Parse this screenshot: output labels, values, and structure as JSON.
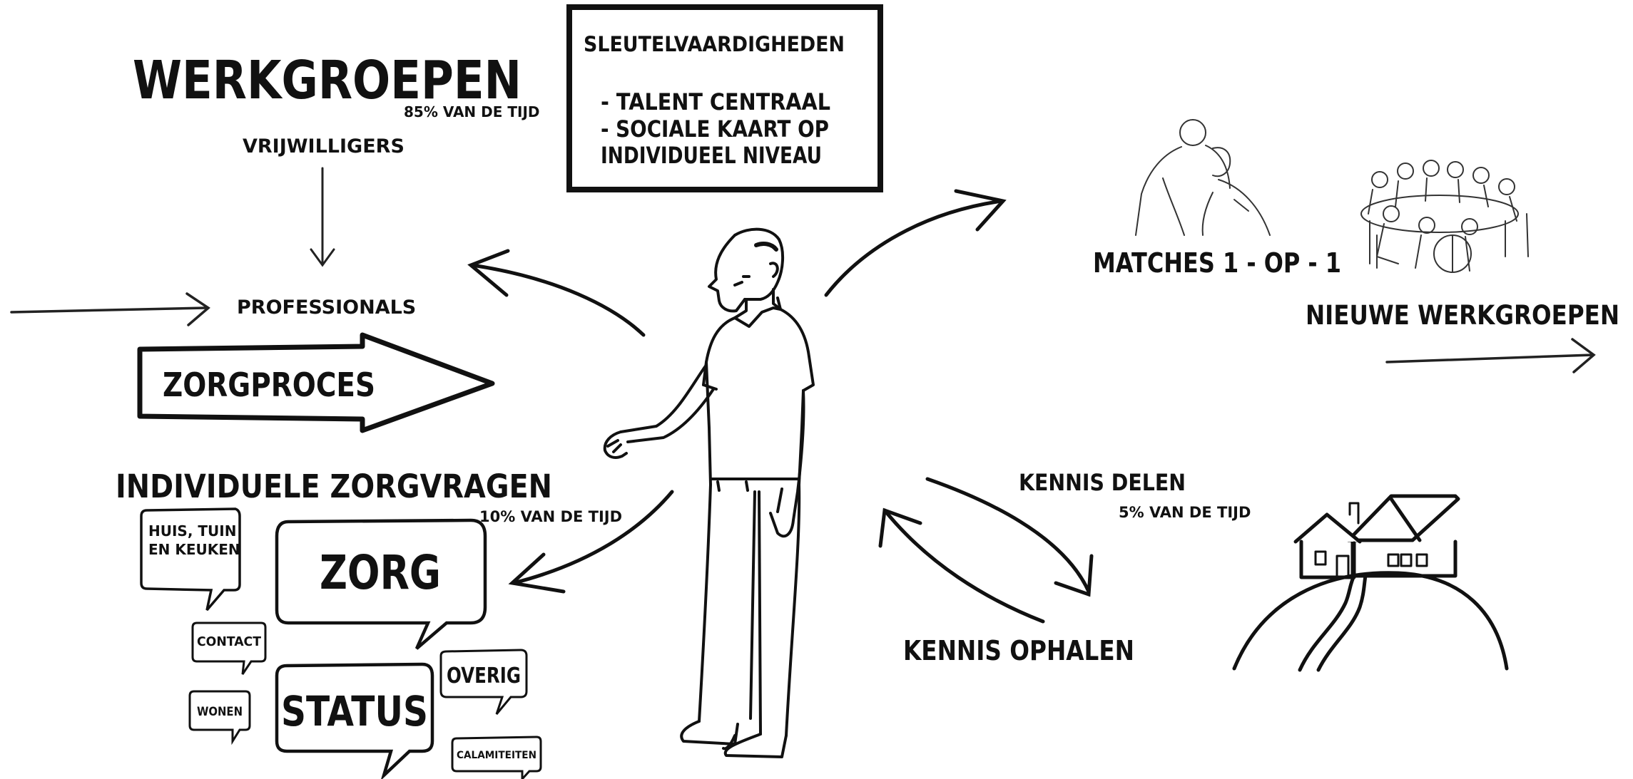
{
  "workgroups": {
    "title": "WERKGROEPEN",
    "time_share": "85% VAN DE TIJD",
    "volunteers": "VRIJWILLIGERS",
    "professionals": "PROFESSIONALS"
  },
  "care_process": {
    "label": "ZORGPROCES"
  },
  "key_skills": {
    "title": "SLEUTELVAARDIGHEDEN",
    "line1": "- TALENT CENTRAAL",
    "line2": "- SOCIALE KAART OP",
    "line3": "INDIVIDUEEL NIVEAU"
  },
  "matches": {
    "label": "MATCHES 1 - OP - 1"
  },
  "new_workgroups": {
    "label": "NIEUWE WERKGROEPEN"
  },
  "individual_requests": {
    "title": "INDIVIDUELE ZORGVRAGEN",
    "time_share": "10% VAN DE TIJD",
    "bubbles": {
      "huis": "HUIS, TUIN",
      "huis2": "EN KEUKEN",
      "zorg": "ZORG",
      "contact": "CONTACT",
      "overig": "OVERIG",
      "wonen": "WONEN",
      "status": "STATUS",
      "calamiteiten": "CALAMITEITEN"
    }
  },
  "knowledge": {
    "share": "KENNIS DELEN",
    "time_share": "5% VAN DE TIJD",
    "fetch": "KENNIS OPHALEN"
  }
}
